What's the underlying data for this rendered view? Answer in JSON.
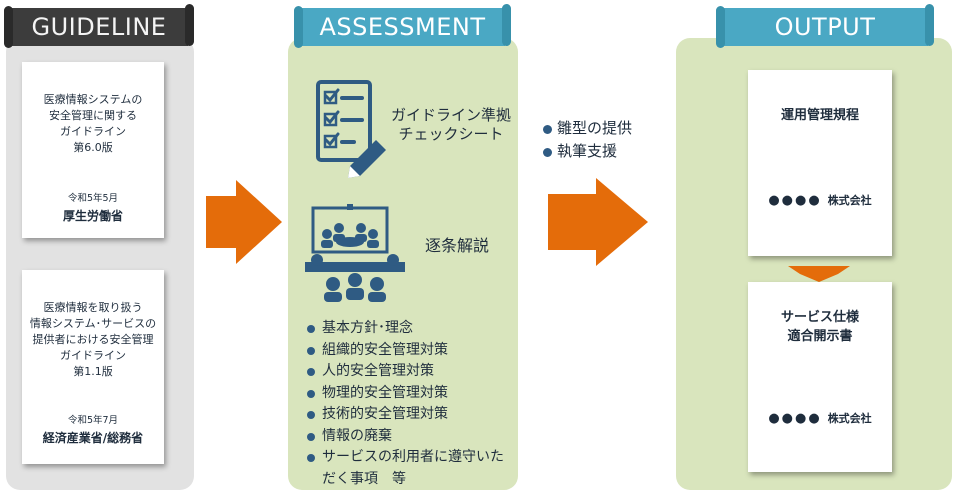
{
  "sections": {
    "guideline": {
      "title": "GUIDELINE"
    },
    "assessment": {
      "title": "ASSESSMENT"
    },
    "output": {
      "title": "OUTPUT"
    }
  },
  "guidelines": [
    {
      "title_lines": [
        "医療情報システムの",
        "安全管理に関する",
        "ガイドライン",
        "第6.0版"
      ],
      "date": "令和5年5月",
      "publisher": "厚生労働省"
    },
    {
      "title_lines": [
        "医療情報を取り扱う",
        "情報システム･サービスの",
        "提供者における安全管理",
        "ガイドライン",
        "第1.1版"
      ],
      "date": "令和5年7月",
      "publisher": "経済産業省/総務省"
    }
  ],
  "assessment": {
    "checklist_lines": [
      "ガイドライン準拠",
      "チェックシート"
    ],
    "commentary": "逐条解説",
    "topics": [
      "基本方針･理念",
      "組織的安全管理対策",
      "人的安全管理対策",
      "物理的安全管理対策",
      "技術的安全管理対策",
      "情報の廃棄",
      "サービスの利用者に遵守いただく事項　等"
    ]
  },
  "support": [
    "雛型の提供",
    "執筆支援"
  ],
  "outputs": [
    {
      "title_lines": [
        "運用管理規程"
      ],
      "dots": "●●●●",
      "company": "株式会社"
    },
    {
      "title_lines": [
        "サービス仕様",
        "適合開示書"
      ],
      "dots": "●●●●",
      "company": "株式会社"
    }
  ],
  "colors": {
    "guideline_panel": "#e2e2e2",
    "guideline_banner": "#3c3c3c",
    "assessment_panel": "#d9e5bd",
    "banner_accent": "#4aa8c4",
    "arrow": "#e46c0a",
    "icon": "#2f5b83"
  },
  "icons": [
    "checklist-pencil-icon",
    "meeting-presentation-icon"
  ]
}
